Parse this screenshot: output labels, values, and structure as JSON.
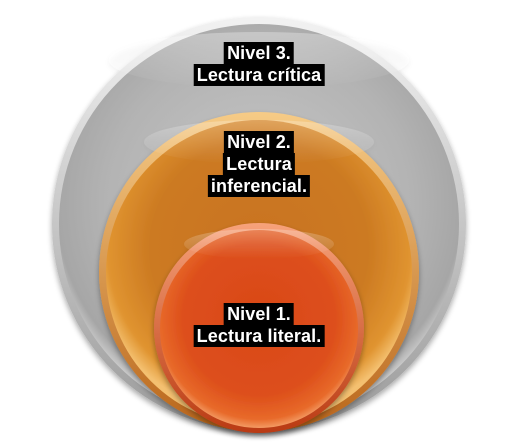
{
  "diagram": {
    "levels": [
      {
        "id": "level-3",
        "title": "Nivel 3.",
        "subtitle": "Lectura crítica",
        "color": "#b4b4b4"
      },
      {
        "id": "level-2",
        "title": "Nivel 2.",
        "subtitle": "Lectura",
        "subtitle2": "inferencial.",
        "color": "#d5821f"
      },
      {
        "id": "level-1",
        "title": "Nivel 1.",
        "subtitle": "Lectura literal.",
        "color": "#e0501d"
      }
    ]
  }
}
